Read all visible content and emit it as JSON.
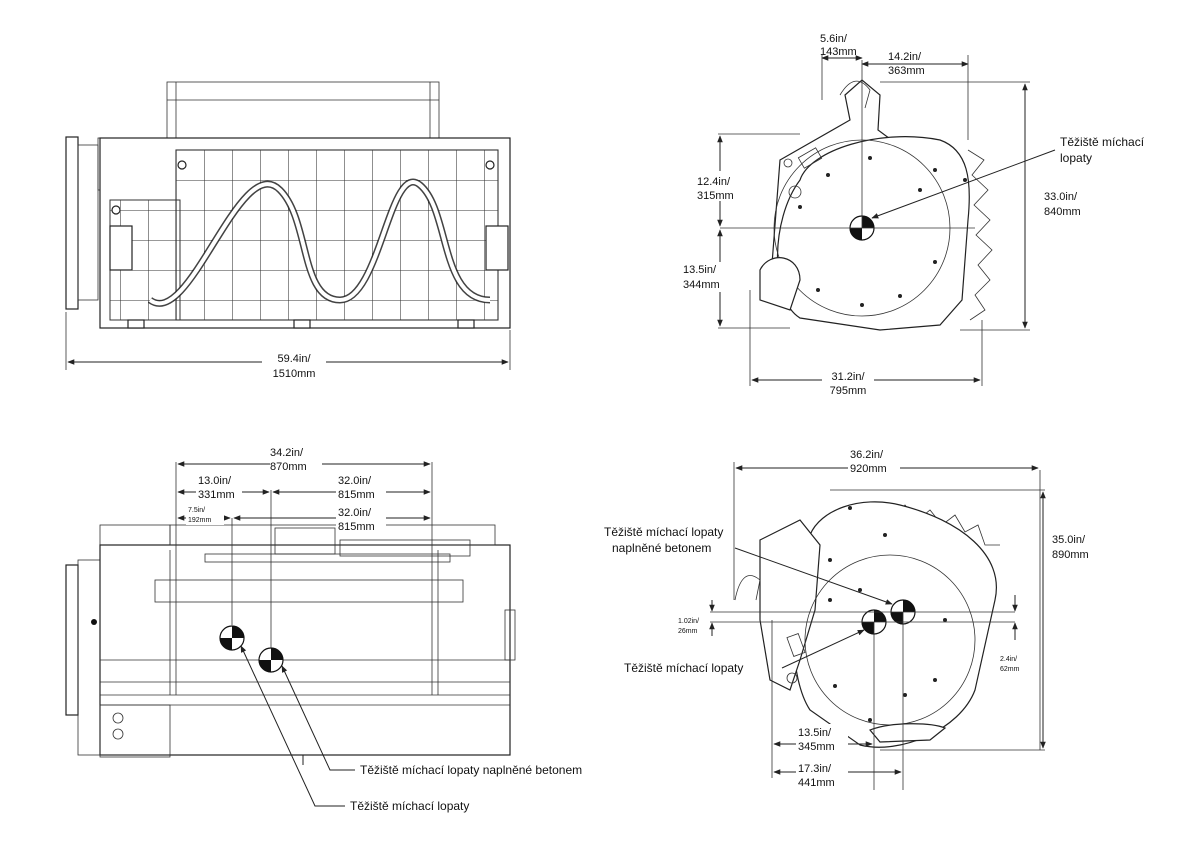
{
  "views": {
    "top_front": {
      "width_dim": {
        "imperial": "59.4in/",
        "metric": "1510mm"
      }
    },
    "top_side": {
      "dim_top_a": {
        "imperial": "5.6in/",
        "metric": "143mm"
      },
      "dim_top_b": {
        "imperial": "14.2in/",
        "metric": "363mm"
      },
      "dim_left_upper": {
        "imperial": "12.4in/",
        "metric": "315mm"
      },
      "dim_left_lower": {
        "imperial": "13.5in/",
        "metric": "344mm"
      },
      "dim_right": {
        "imperial": "33.0in/",
        "metric": "840mm"
      },
      "dim_bottom": {
        "imperial": "31.2in/",
        "metric": "795mm"
      },
      "cog_label": {
        "line1": "Těžiště míchací",
        "line2": "lopaty"
      }
    },
    "bottom_front": {
      "dim_overall": {
        "imperial": "34.2in/",
        "metric": "870mm"
      },
      "dim_a": {
        "imperial": "13.0in/",
        "metric": "331mm"
      },
      "dim_b": {
        "imperial": "32.0in/",
        "metric": "815mm"
      },
      "dim_c": {
        "imperial": "7.5in/",
        "metric": "192mm"
      },
      "dim_d": {
        "imperial": "32.0in/",
        "metric": "815mm"
      },
      "cog_filled_label": "Těžiště míchací lopaty naplněné betonem",
      "cog_empty_label": "Těžiště míchací lopaty"
    },
    "bottom_side": {
      "dim_top": {
        "imperial": "36.2in/",
        "metric": "920mm"
      },
      "dim_right": {
        "imperial": "35.0in/",
        "metric": "890mm"
      },
      "dim_small_left": {
        "imperial": "1.02in/",
        "metric": "26mm"
      },
      "dim_small_right": {
        "imperial": "2.4in/",
        "metric": "62mm"
      },
      "dim_bottom_a": {
        "imperial": "13.5in/",
        "metric": "345mm"
      },
      "dim_bottom_b": {
        "imperial": "17.3in/",
        "metric": "441mm"
      },
      "cog_filled_label": {
        "line1": "Těžiště míchací lopaty",
        "line2": "naplněné betonem"
      },
      "cog_empty_label": "Těžiště míchací lopaty"
    }
  }
}
